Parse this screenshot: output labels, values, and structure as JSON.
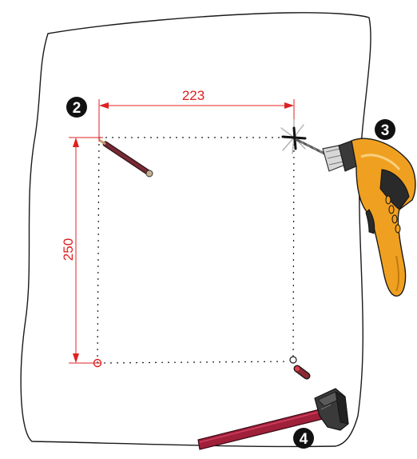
{
  "dimensions": {
    "horizontal": {
      "value": "223"
    },
    "vertical": {
      "value": "250"
    }
  },
  "steps": [
    {
      "number": "2"
    },
    {
      "number": "3"
    },
    {
      "number": "4"
    }
  ],
  "colors": {
    "dimension": "#e02020",
    "outline": "#1a1a1a",
    "drill_body": "#f0a020",
    "drill_dark": "#2a2a2a",
    "pencil": "#7a2a35",
    "hammer_handle": "#a0203a",
    "hammer_head": "#333333"
  },
  "icons": [
    "pencil-icon",
    "drill-icon",
    "hammer-icon",
    "wall-plug-icon"
  ]
}
